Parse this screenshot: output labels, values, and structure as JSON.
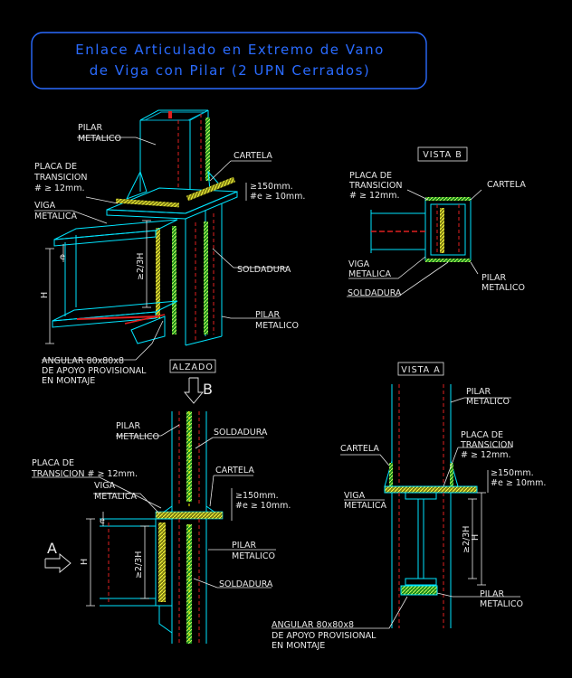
{
  "title": {
    "line1": "Enlace Articulado en Extremo de Vano",
    "line2": "de Viga con Pilar (2 UPN Cerrados)"
  },
  "iso": {
    "pilar_1": "PILAR",
    "pilar_2": "METALICO",
    "cartela": "CARTELA",
    "placa_1": "PLACA DE",
    "placa_2": "TRANSICION",
    "placa_3": "# ≥ 12mm.",
    "dim_1": "≥150mm.",
    "dim_2": "#e ≥ 10mm.",
    "viga_1": "VIGA",
    "viga_2": "METALICA",
    "e_label": "e",
    "h_label": "H",
    "h23_label": "≥2/3H",
    "soldadura": "SOLDADURA",
    "pilar_b1": "PILAR",
    "pilar_b2": "METALICO",
    "angular_1": "ANGULAR 80x80x8",
    "angular_2": "DE APOYO PROVISIONAL",
    "angular_3": "EN MONTAJE"
  },
  "vista_b": {
    "header": "VISTA B",
    "placa_1": "PLACA DE",
    "placa_2": "TRANSICION",
    "placa_3": "# ≥ 12mm.",
    "cartela": "CARTELA",
    "viga_1": "VIGA",
    "viga_2": "METALICA",
    "pilar_1": "PILAR",
    "pilar_2": "METALICO",
    "soldadura": "SOLDADURA"
  },
  "alzado": {
    "header": "ALZADO",
    "arrow_b": "B",
    "pilar_1": "PILAR",
    "pilar_2": "METALICO",
    "soldadura_top": "SOLDADURA",
    "placa_1": "PLACA DE",
    "placa_2": "TRANSICION # ≥ 12mm.",
    "cartela": "CARTELA",
    "viga_1": "VIGA",
    "viga_2": "METALICA",
    "dim_1": "≥150mm.",
    "dim_2": "#e ≥ 10mm.",
    "arrow_a": "A",
    "e_label": "e",
    "h_label": "H",
    "h23_label": "≥2/3H",
    "pilar_r1": "PILAR",
    "pilar_r2": "METALICO",
    "soldadura_bottom": "SOLDADURA"
  },
  "vista_a": {
    "header": "VISTA A",
    "pilar_1": "PILAR",
    "pilar_2": "METALICO",
    "cartela": "CARTELA",
    "placa_1": "PLACA DE",
    "placa_2": "TRANSICION",
    "placa_3": "# ≥ 12mm.",
    "dim_1": "≥150mm.",
    "dim_2": "#e ≥ 10mm.",
    "viga_1": "VIGA",
    "viga_2": "METALICA",
    "h23_label": "≥2/3H",
    "h_label": "H",
    "pilar_b1": "PILAR",
    "pilar_b2": "METALICO",
    "angular_1": "ANGULAR 80x80x8",
    "angular_2": "DE APOYO PROVISIONAL",
    "angular_3": "EN MONTAJE"
  }
}
